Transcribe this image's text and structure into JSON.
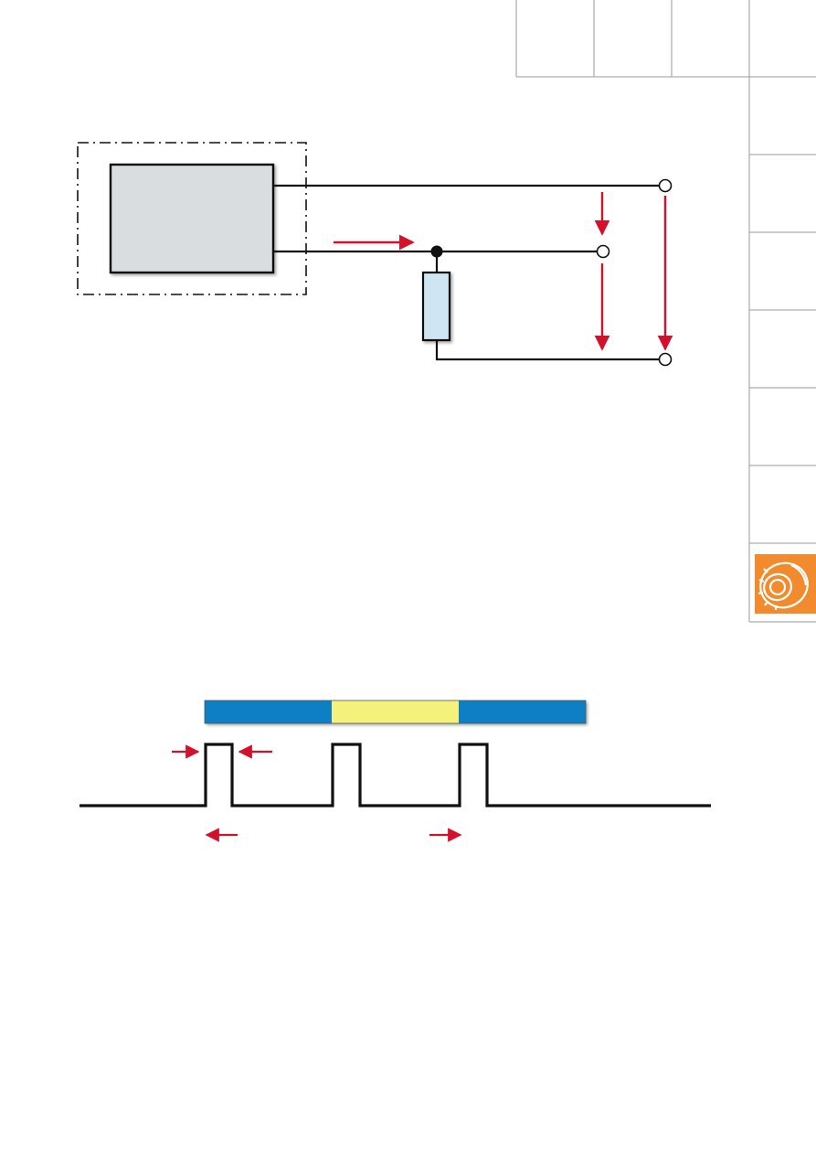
{
  "colors": {
    "line": "#111111",
    "arrow": "#d4102a",
    "sensor_fill": "#d9dde0",
    "resistor_fill": "#cfe6f2",
    "grid_line": "#9a9a9a",
    "bar_blue": "#0a7fc4",
    "bar_yellow": "#f4f27a",
    "logo_orange": "#f28a2e"
  },
  "icons": {
    "logo": "bearing-icon"
  },
  "pulse_diagram": {
    "bar_segments": [
      "blue",
      "yellow",
      "blue"
    ],
    "pulse_count": 3
  }
}
